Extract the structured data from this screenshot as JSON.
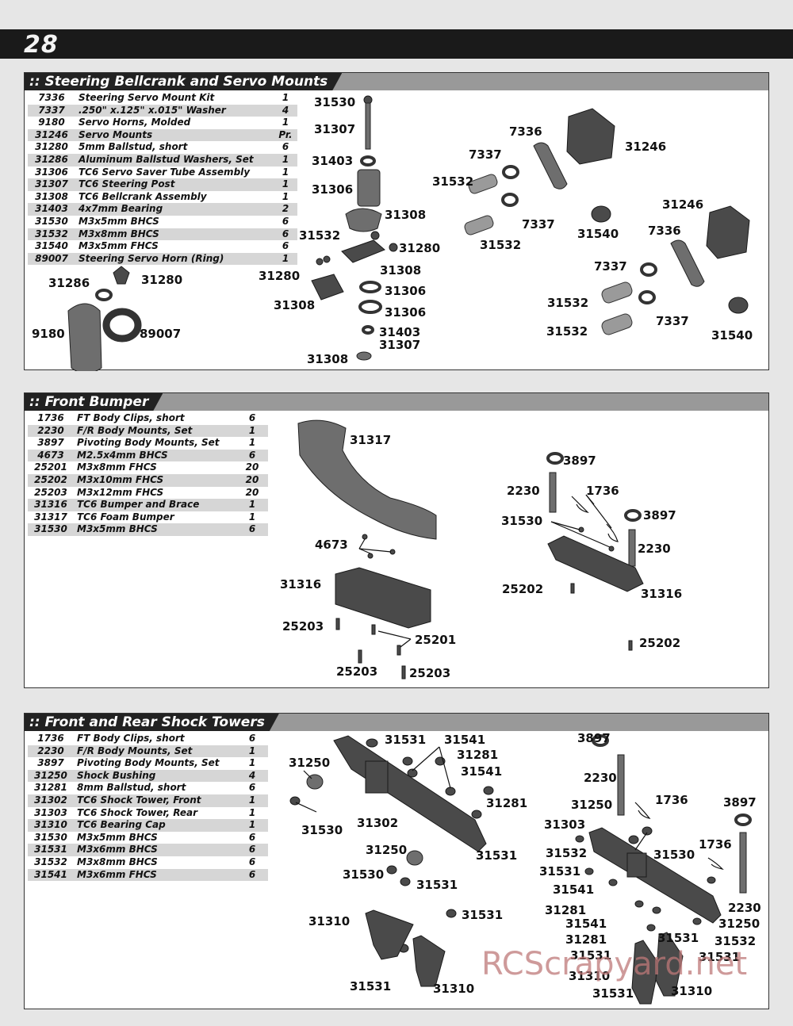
{
  "page": {
    "number": "28"
  },
  "sections": [
    {
      "title": ":: Steering Bellcrank and Servo Mounts",
      "parts": [
        {
          "num": "7336",
          "desc": "Steering Servo Mount Kit",
          "qty": "1"
        },
        {
          "num": "7337",
          "desc": ".250\" x.125\" x.015\" Washer",
          "qty": "4"
        },
        {
          "num": "9180",
          "desc": "Servo Horns, Molded",
          "qty": "1"
        },
        {
          "num": "31246",
          "desc": "Servo Mounts",
          "qty": "Pr."
        },
        {
          "num": "31280",
          "desc": "5mm Ballstud, short",
          "qty": "6"
        },
        {
          "num": "31286",
          "desc": "Aluminum Ballstud Washers, Set",
          "qty": "1"
        },
        {
          "num": "31306",
          "desc": "TC6 Servo Saver Tube Assembly",
          "qty": "1"
        },
        {
          "num": "31307",
          "desc": "TC6 Steering Post",
          "qty": "1"
        },
        {
          "num": "31308",
          "desc": "TC6 Bellcrank Assembly",
          "qty": "1"
        },
        {
          "num": "31403",
          "desc": "4x7mm Bearing",
          "qty": "2"
        },
        {
          "num": "31530",
          "desc": "M3x5mm BHCS",
          "qty": "6"
        },
        {
          "num": "31532",
          "desc": "M3x8mm BHCS",
          "qty": "6"
        },
        {
          "num": "31540",
          "desc": "M3x5mm FHCS",
          "qty": "6"
        },
        {
          "num": "89007",
          "desc": "Steering Servo Horn (Ring)",
          "qty": "1"
        }
      ],
      "callouts": [
        "31530",
        "31307",
        "31403",
        "31306",
        "31308",
        "31532",
        "31280",
        "31280",
        "31308",
        "31308",
        "31306",
        "31306",
        "31403",
        "31307",
        "31308",
        "7336",
        "7337",
        "31246",
        "31532",
        "7337",
        "31540",
        "31532",
        "31246",
        "7336",
        "7337",
        "31532",
        "31532",
        "7337",
        "31540",
        "31286",
        "31280",
        "9180",
        "89007"
      ]
    },
    {
      "title": ":: Front Bumper",
      "parts": [
        {
          "num": "1736",
          "desc": "FT Body Clips, short",
          "qty": "6"
        },
        {
          "num": "2230",
          "desc": "F/R Body Mounts, Set",
          "qty": "1"
        },
        {
          "num": "3897",
          "desc": "Pivoting Body Mounts, Set",
          "qty": "1"
        },
        {
          "num": "4673",
          "desc": "M2.5x4mm BHCS",
          "qty": "6"
        },
        {
          "num": "25201",
          "desc": "M3x8mm FHCS",
          "qty": "20"
        },
        {
          "num": "25202",
          "desc": "M3x10mm FHCS",
          "qty": "20"
        },
        {
          "num": "25203",
          "desc": "M3x12mm FHCS",
          "qty": "20"
        },
        {
          "num": "31316",
          "desc": "TC6 Bumper and Brace",
          "qty": "1"
        },
        {
          "num": "31317",
          "desc": "TC6 Foam Bumper",
          "qty": "1"
        },
        {
          "num": "31530",
          "desc": "M3x5mm BHCS",
          "qty": "6"
        }
      ],
      "callouts": [
        "31317",
        "4673",
        "31316",
        "25203",
        "25201",
        "25203",
        "25203",
        "3897",
        "2230",
        "1736",
        "3897",
        "31530",
        "2230",
        "25202",
        "31316",
        "25202"
      ]
    },
    {
      "title": ":: Front and Rear Shock Towers",
      "parts": [
        {
          "num": "1736",
          "desc": "FT Body Clips, short",
          "qty": "6"
        },
        {
          "num": "2230",
          "desc": "F/R Body Mounts, Set",
          "qty": "1"
        },
        {
          "num": "3897",
          "desc": "Pivoting Body Mounts, Set",
          "qty": "1"
        },
        {
          "num": "31250",
          "desc": "Shock Bushing",
          "qty": "4"
        },
        {
          "num": "31281",
          "desc": "8mm Ballstud, short",
          "qty": "6"
        },
        {
          "num": "31302",
          "desc": "TC6 Shock Tower, Front",
          "qty": "1"
        },
        {
          "num": "31303",
          "desc": "TC6 Shock Tower, Rear",
          "qty": "1"
        },
        {
          "num": "31310",
          "desc": "TC6 Bearing Cap",
          "qty": "1"
        },
        {
          "num": "31530",
          "desc": "M3x5mm BHCS",
          "qty": "6"
        },
        {
          "num": "31531",
          "desc": "M3x6mm BHCS",
          "qty": "6"
        },
        {
          "num": "31532",
          "desc": "M3x8mm BHCS",
          "qty": "6"
        },
        {
          "num": "31541",
          "desc": "M3x6mm FHCS",
          "qty": "6"
        }
      ],
      "callouts": [
        "31531",
        "31541",
        "31281",
        "31250",
        "31541",
        "31281",
        "31530",
        "31302",
        "31250",
        "31531",
        "31530",
        "31531",
        "31531",
        "31310",
        "31531",
        "31310",
        "3897",
        "2230",
        "31250",
        "1736",
        "3897",
        "31303",
        "31532",
        "31530",
        "1736",
        "31531",
        "31541",
        "31281",
        "31541",
        "31281",
        "31531",
        "31531",
        "31310",
        "31531",
        "31310",
        "2230",
        "31250",
        "31532",
        "31531"
      ]
    }
  ],
  "watermark": "RCScrapyard.net"
}
